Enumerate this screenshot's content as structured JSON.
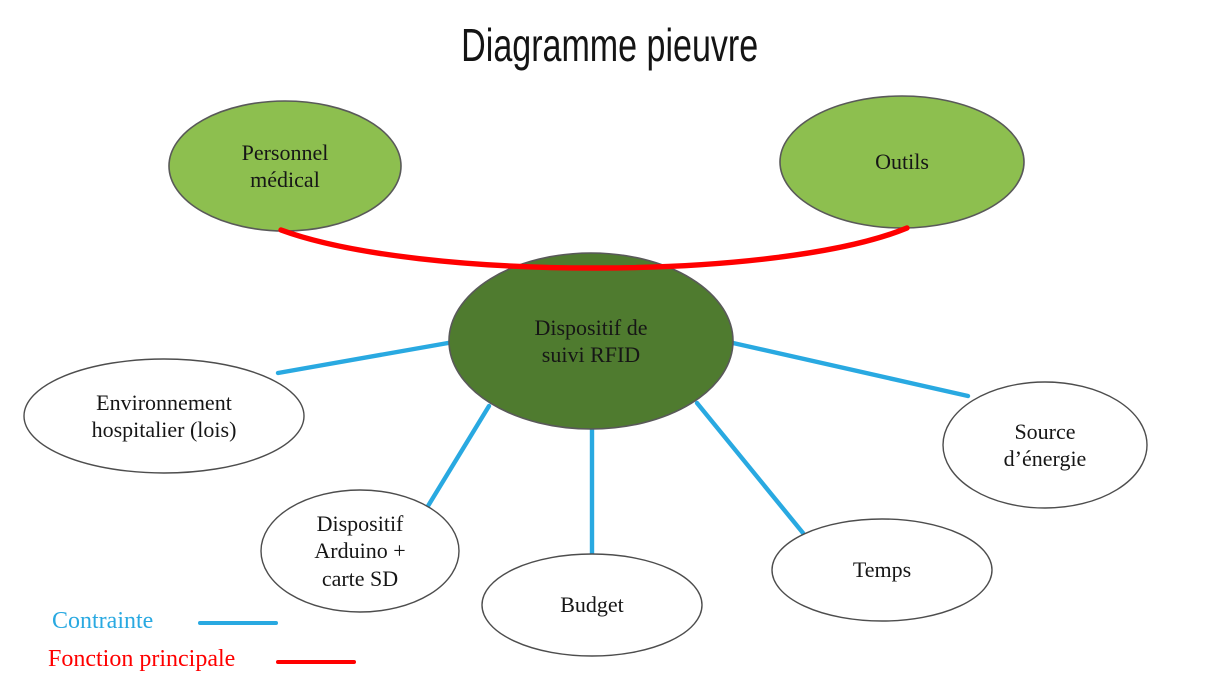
{
  "title": "Diagramme pieuvre",
  "colors": {
    "light_green": "#8DBF4F",
    "dark_green": "#4F7B2F",
    "constraint_blue": "#29A9E1",
    "function_red": "#FF0000"
  },
  "nodes": {
    "personnel": "Personnel\nmédical",
    "outils": "Outils",
    "central": "Dispositif de\nsuivi RFID",
    "environnement": "Environnement\nhospitalier (lois)",
    "arduino": "Dispositif\nArduino +\ncarte SD",
    "budget": "Budget",
    "temps": "Temps",
    "source": "Source\nd’énergie"
  },
  "connections": {
    "constraint_edges": [
      [
        "central",
        "environnement"
      ],
      [
        "central",
        "arduino"
      ],
      [
        "central",
        "budget"
      ],
      [
        "central",
        "temps"
      ],
      [
        "central",
        "source"
      ]
    ],
    "main_function_edge": [
      "personnel",
      "outils"
    ]
  },
  "legend": {
    "contrainte": "Contrainte",
    "fonction_principale": "Fonction principale"
  }
}
